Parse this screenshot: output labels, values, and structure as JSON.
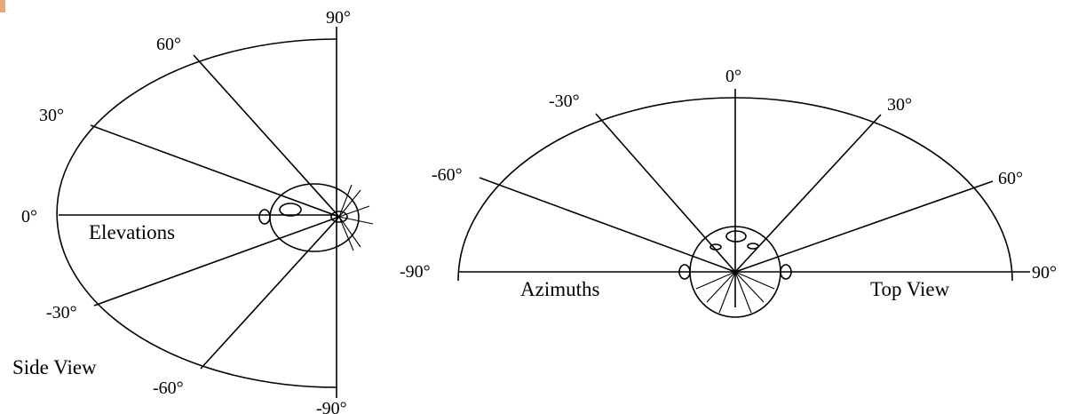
{
  "side_view": {
    "title": "Side View",
    "section_label": "Elevations",
    "angle_labels": {
      "pos90": "90°",
      "pos60": "60°",
      "pos30": "30°",
      "zero": "0°",
      "neg30": "-30°",
      "neg60": "-60°",
      "neg90": "-90°"
    }
  },
  "top_view": {
    "title": "Top View",
    "section_label": "Azimuths",
    "angle_labels": {
      "zero": "0°",
      "neg30": "-30°",
      "pos30": "30°",
      "neg60": "-60°",
      "pos60": "60°",
      "neg90": "-90°",
      "pos90": "90°"
    }
  },
  "colors": {
    "line": "#000000",
    "background": "#ffffff",
    "corner_accent": "#e8a878"
  }
}
